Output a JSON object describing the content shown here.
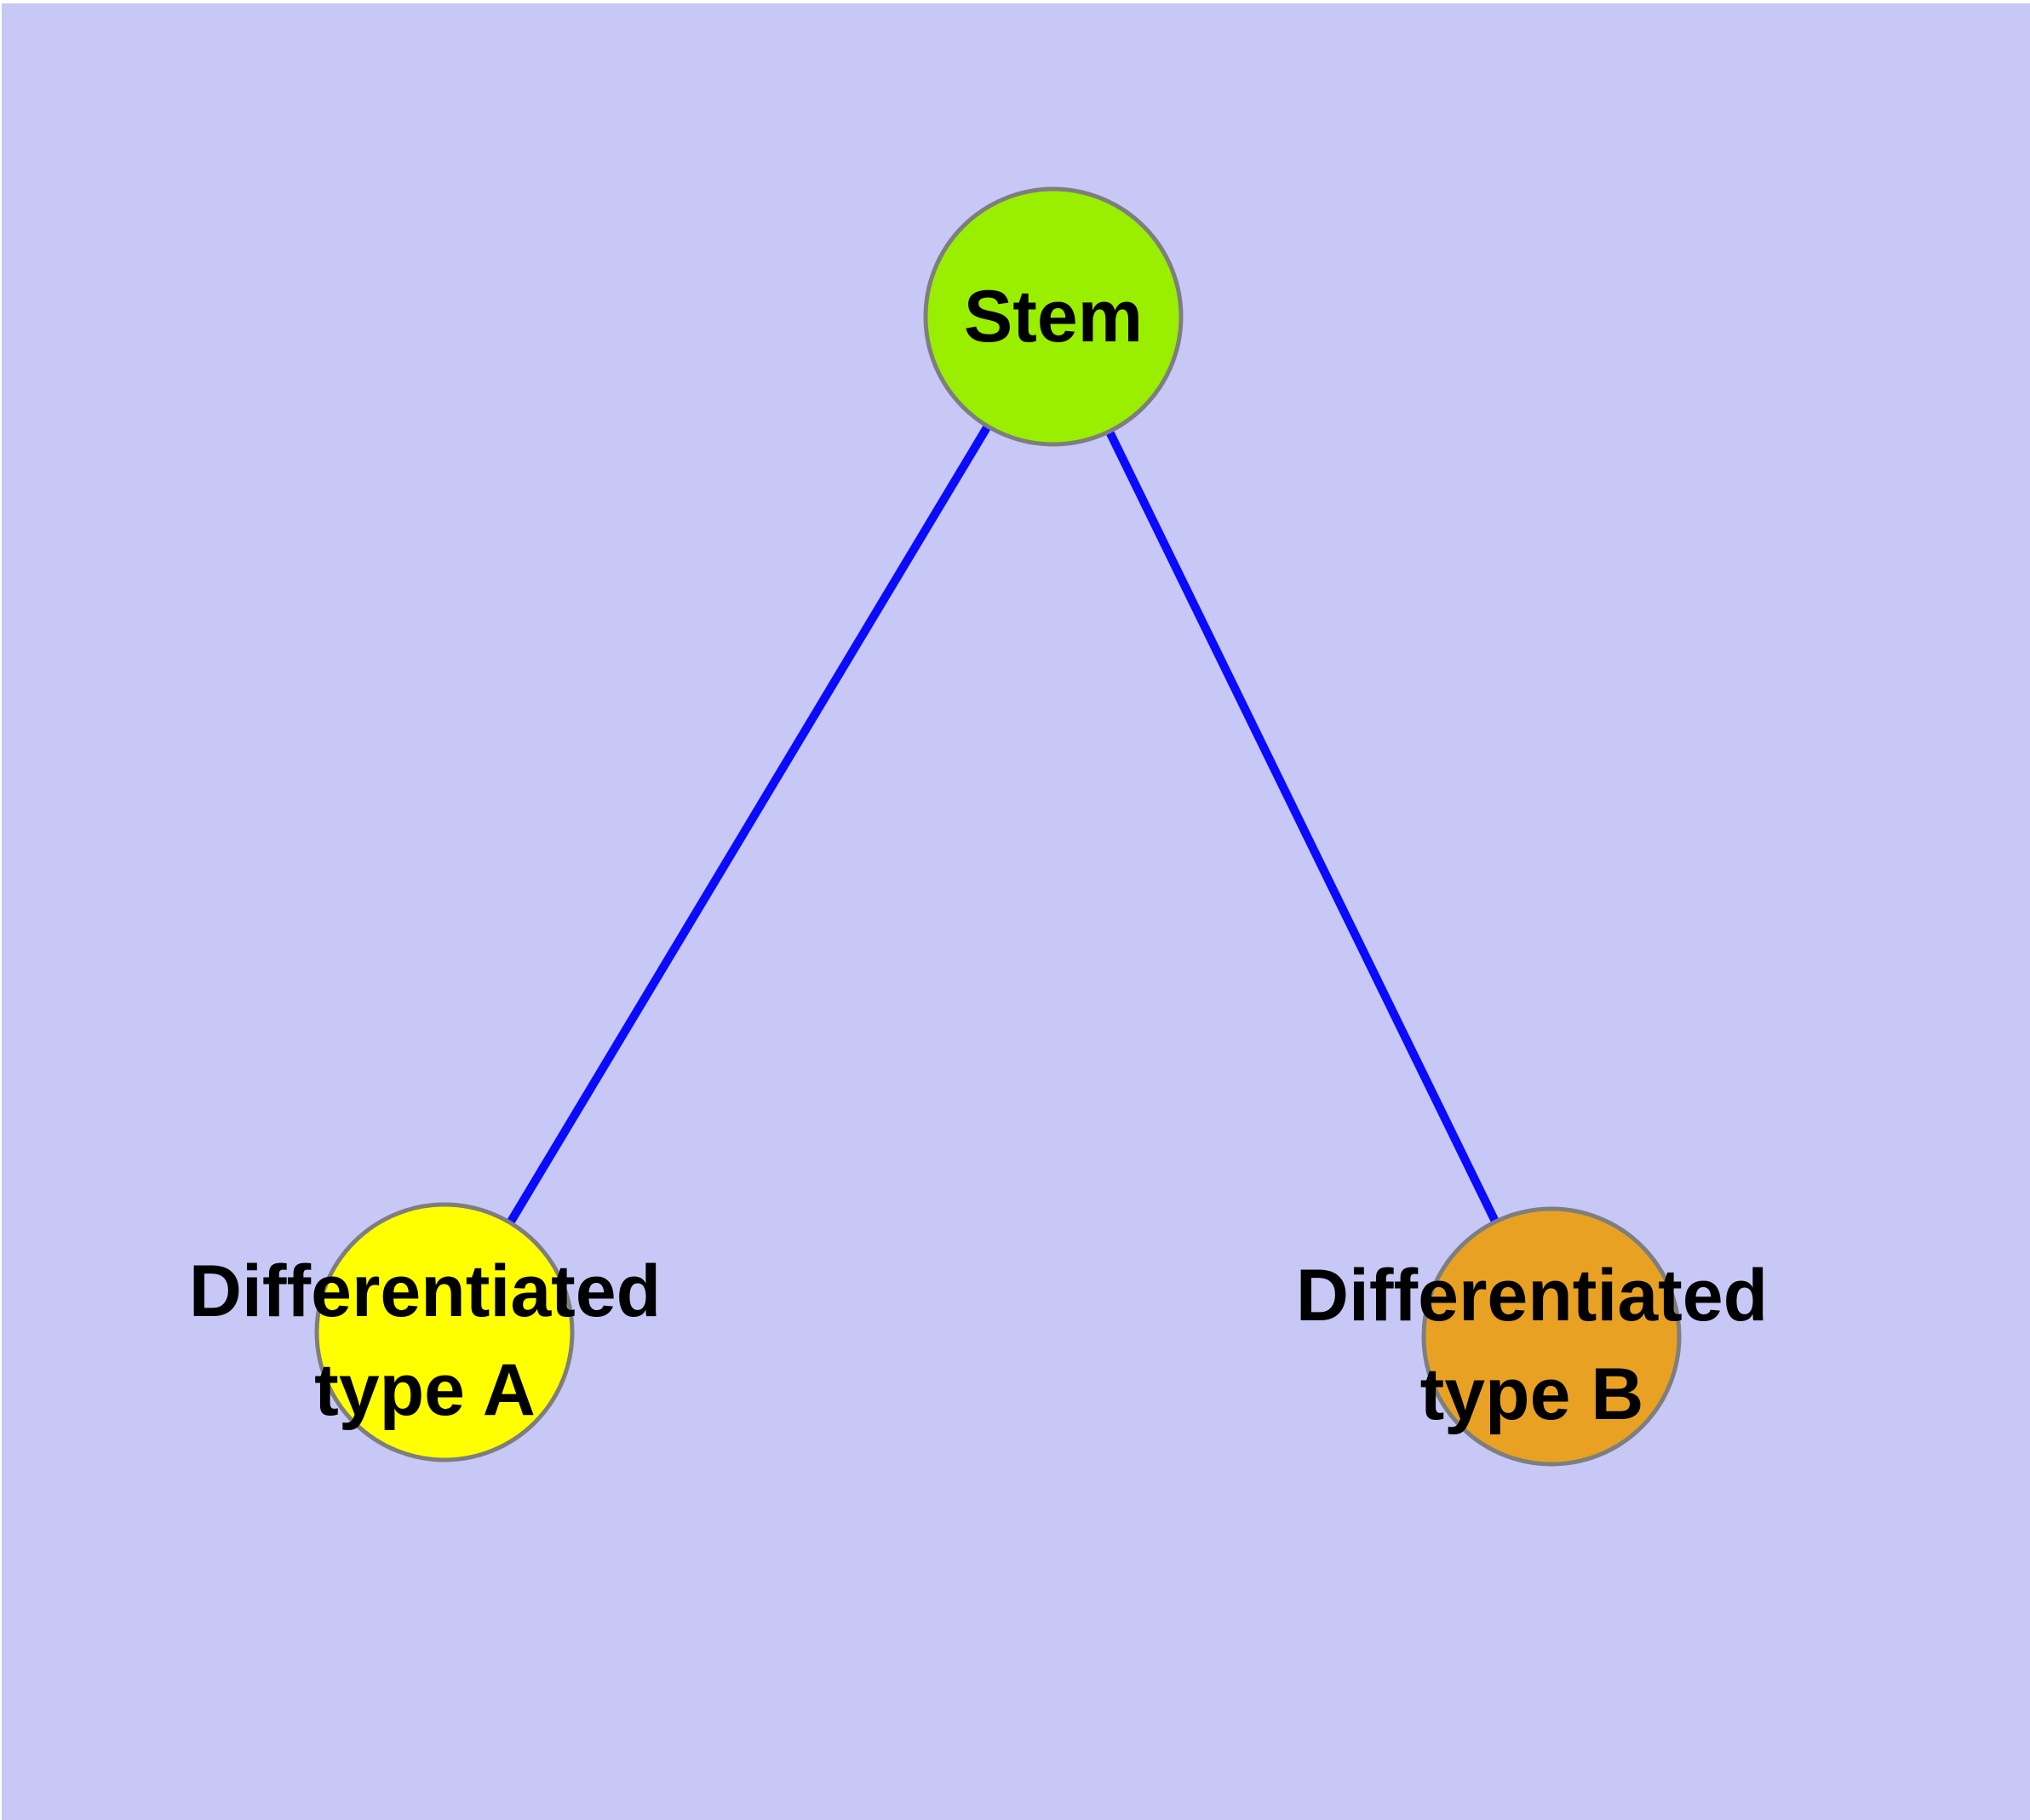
{
  "diagram": {
    "type": "node-link-graph",
    "background_color": "#C8C8F6",
    "margin_color": "#FFFFFF",
    "edge_color": "#0A0AFF",
    "node_border_color": "#7E7E7E",
    "label_color": "#000000",
    "nodes": [
      {
        "id": "stem",
        "label": "Stem",
        "fill_color": "#9AEE00"
      },
      {
        "id": "differentiated-type-a",
        "label": "Differentiated type A",
        "label_line1": "Differentiated",
        "label_line2": "type A",
        "fill_color": "#FFFF00"
      },
      {
        "id": "differentiated-type-b",
        "label": "Differentiated type B",
        "label_line1": "Differentiated",
        "label_line2": "type B",
        "fill_color": "#E9A123"
      }
    ],
    "edges": [
      {
        "from": "Stem",
        "to": "Differentiated type A"
      },
      {
        "from": "Stem",
        "to": "Differentiated type B"
      }
    ]
  }
}
